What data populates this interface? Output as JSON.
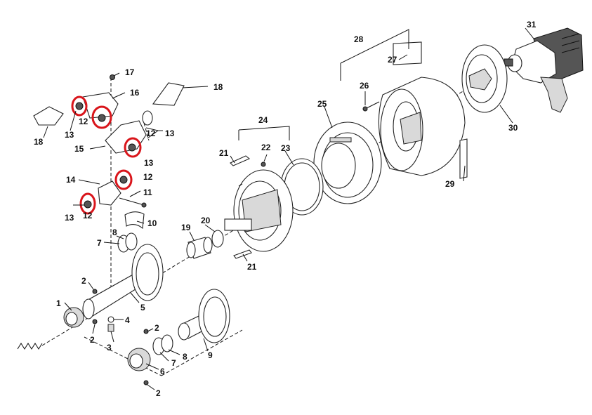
{
  "highlight_color": "#d9151b",
  "labels": {
    "p1": "1",
    "p2a": "2",
    "p2b": "2",
    "p2c": "2",
    "p2d": "2",
    "p3": "3",
    "p4": "4",
    "p5": "5",
    "p6": "6",
    "p7a": "7",
    "p7b": "7",
    "p8a": "8",
    "p8b": "8",
    "p9": "9",
    "p10": "10",
    "p11": "11",
    "p12a": "12",
    "p12b": "12",
    "p12c": "12",
    "p12d": "12",
    "p13a": "13",
    "p13b": "13",
    "p13c": "13",
    "p13d": "13",
    "p14": "14",
    "p15": "15",
    "p16": "16",
    "p17": "17",
    "p18a": "18",
    "p18b": "18",
    "p19": "19",
    "p20": "20",
    "p21a": "21",
    "p21b": "21",
    "p22": "22",
    "p23": "23",
    "p24": "24",
    "p25": "25",
    "p26": "26",
    "p27": "27",
    "p28": "28",
    "p29": "29",
    "p30": "30",
    "p31": "31"
  },
  "highlighted_parts": [
    "12",
    "12",
    "12",
    "12",
    "12"
  ]
}
